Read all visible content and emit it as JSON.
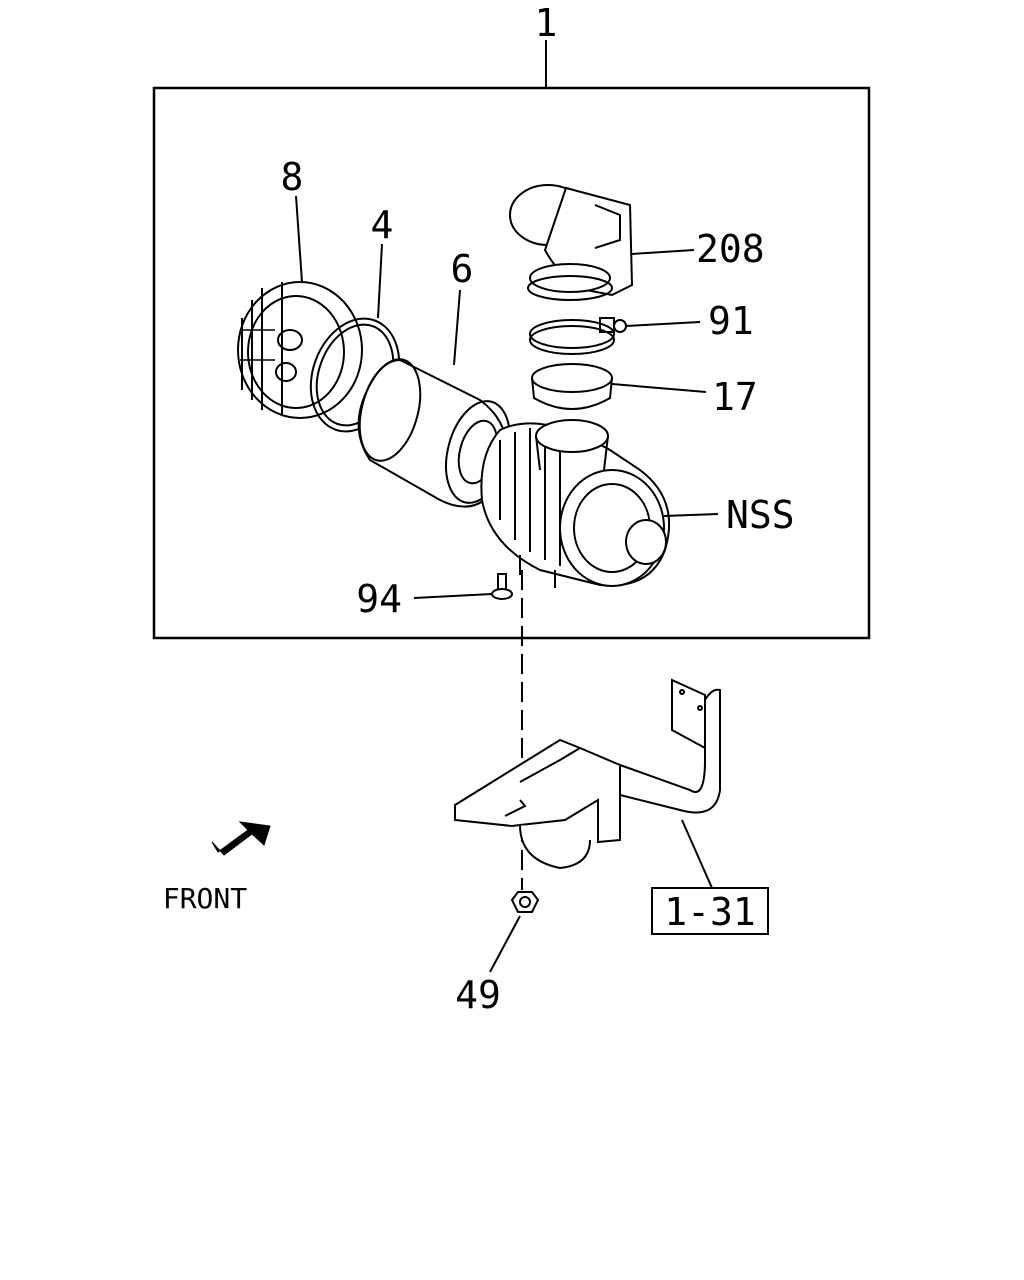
{
  "labels": {
    "assembly": "1",
    "cover": "8",
    "o_ring": "4",
    "element": "6",
    "duct": "208",
    "clamp": "91",
    "sleeve": "17",
    "housing": "NSS",
    "bolt": "94",
    "nut": "49",
    "reference": "1-31",
    "front": "FRONT"
  }
}
